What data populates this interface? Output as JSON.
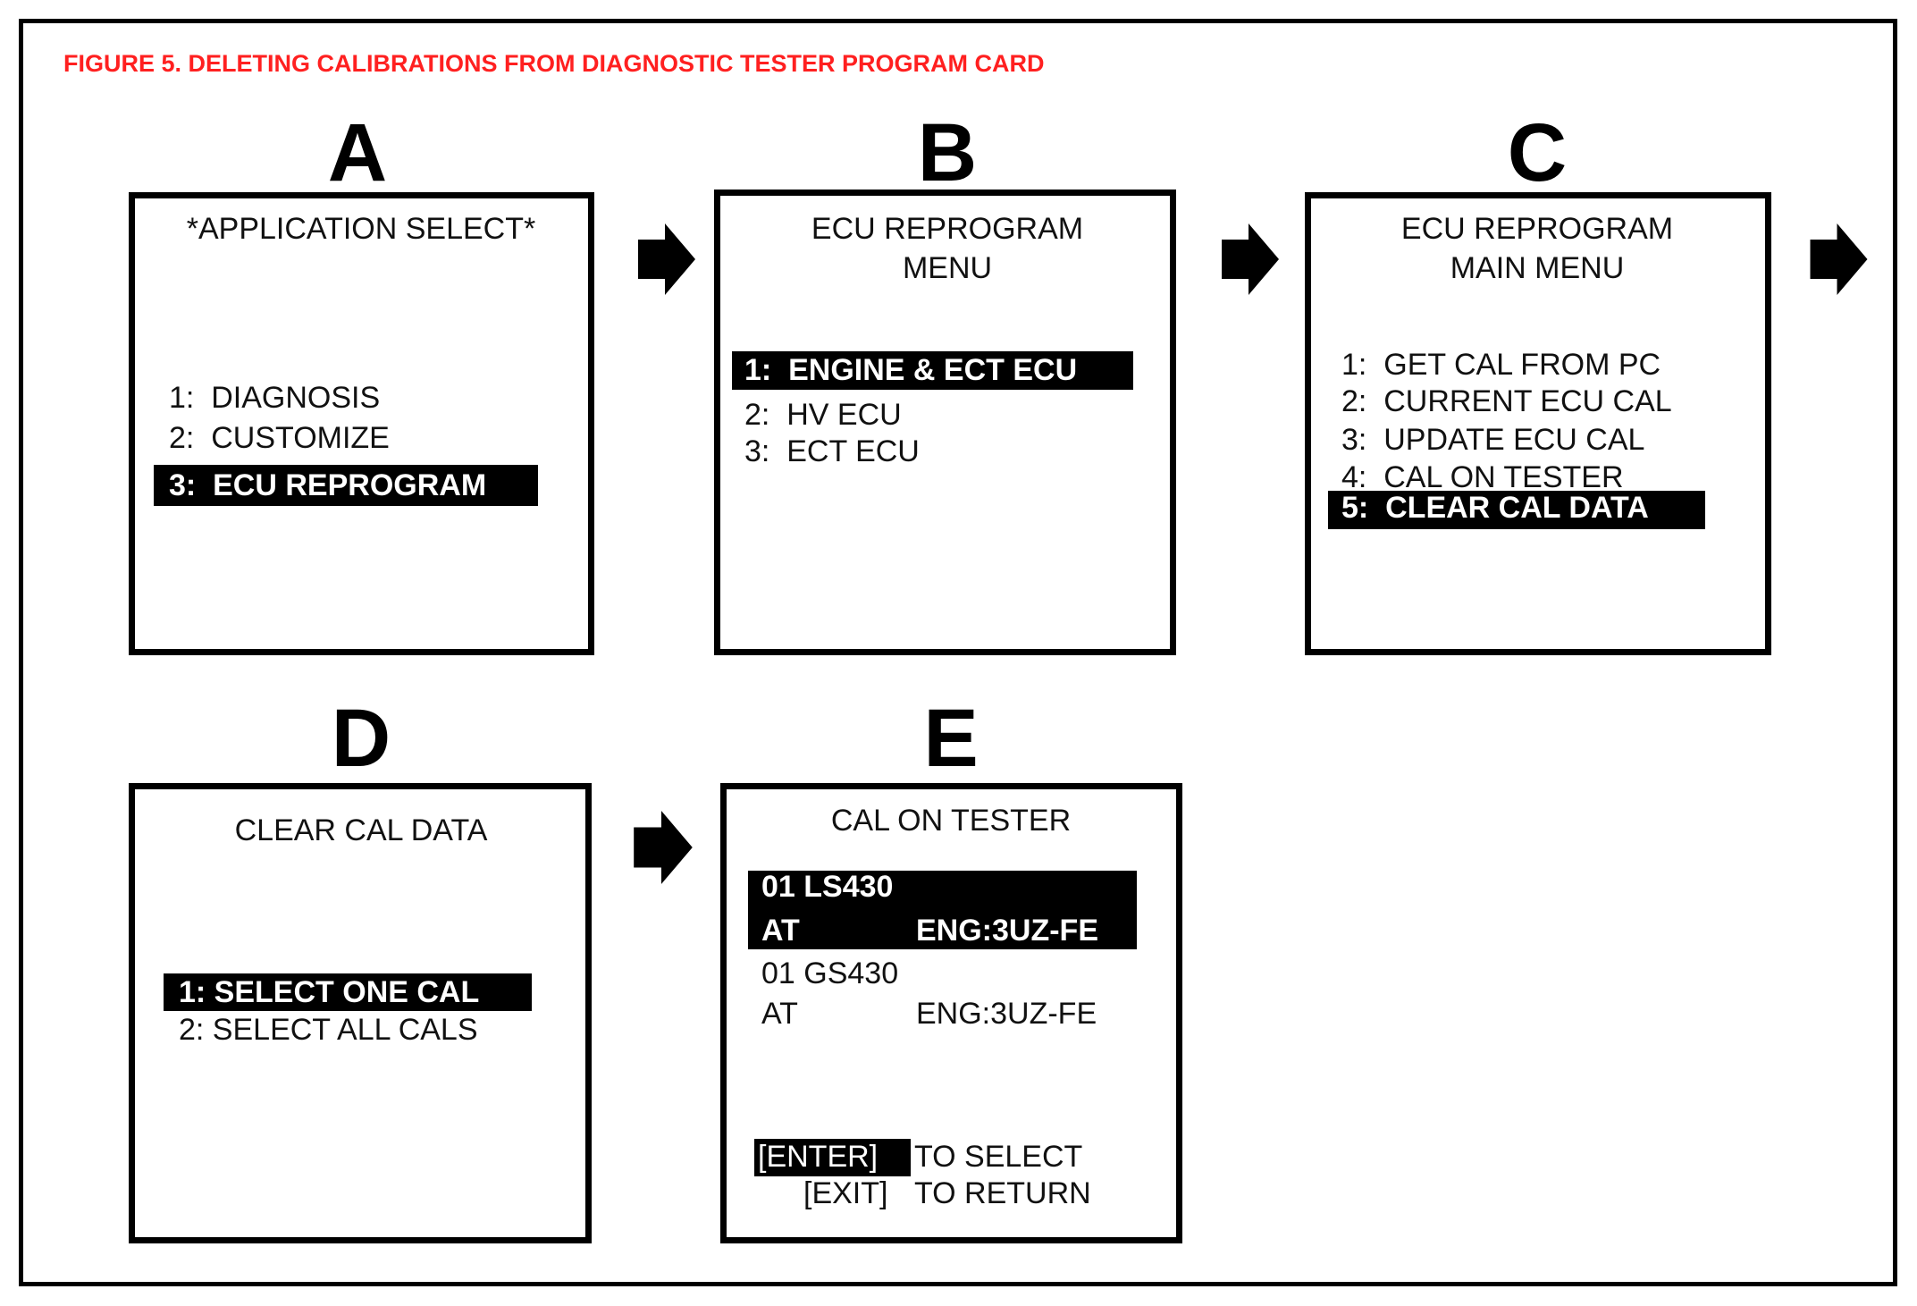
{
  "figure_title": "FIGURE 5.  DELETING CALIBRATIONS FROM DIAGNOSTIC TESTER PROGRAM CARD",
  "colors": {
    "title": "#ff2020",
    "highlight": "#000000"
  },
  "icons": [
    "arrow-right-icon"
  ],
  "panels": {
    "A": {
      "letter": "A",
      "title": "*APPLICATION SELECT*",
      "items": [
        "1:  DIAGNOSIS",
        "2:  CUSTOMIZE",
        "3:  ECU REPROGRAM"
      ],
      "selected": 2
    },
    "B": {
      "letter": "B",
      "title_line1": "ECU REPROGRAM",
      "title_line2": "MENU",
      "items": [
        "1:  ENGINE & ECT ECU",
        "2:  HV ECU",
        "3:  ECT ECU"
      ],
      "selected": 0
    },
    "C": {
      "letter": "C",
      "title_line1": "ECU REPROGRAM",
      "title_line2": "MAIN MENU",
      "items": [
        "1:  GET CAL FROM PC",
        "2:  CURRENT ECU CAL",
        "3:  UPDATE ECU CAL",
        "4:  CAL ON TESTER",
        "5:  CLEAR CAL DATA"
      ],
      "selected": 4
    },
    "D": {
      "letter": "D",
      "title": "CLEAR CAL DATA",
      "items": [
        "1: SELECT ONE CAL",
        "2: SELECT ALL CALS"
      ],
      "selected": 0
    },
    "E": {
      "letter": "E",
      "title": "CAL ON TESTER",
      "entries": [
        {
          "model": "01 LS430",
          "trans": "AT",
          "engine": "ENG:3UZ-FE"
        },
        {
          "model": "01 GS430",
          "trans": "AT",
          "engine": "ENG:3UZ-FE"
        }
      ],
      "selected": 0,
      "enter_key": "[ENTER]",
      "enter_text": "TO SELECT",
      "exit_key": "[EXIT]",
      "exit_text": "TO RETURN"
    }
  }
}
